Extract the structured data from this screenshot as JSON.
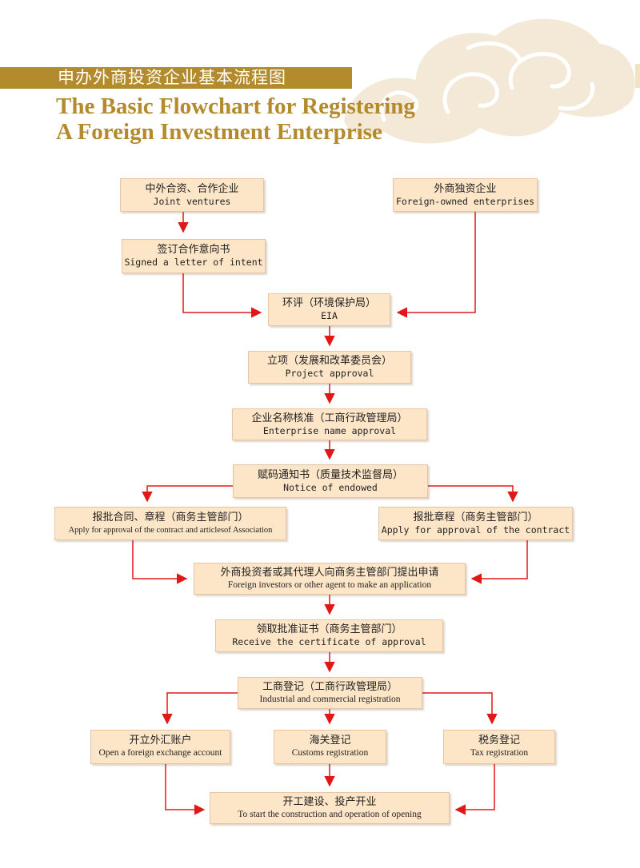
{
  "header": {
    "title_cn": "申办外商投资企业基本流程图",
    "title_en_line1": "The Basic Flowchart for Registering",
    "title_en_line2": "A Foreign Investment Enterprise"
  },
  "colors": {
    "accent_gold": "#b38a2c",
    "box_fill": "#fde5c8",
    "arrow_red": "#e01818"
  },
  "nodes": {
    "joint": {
      "cn": "中外合资、合作企业",
      "en": "Joint ventures"
    },
    "foreign_owned": {
      "cn": "外商独资企业",
      "en": "Foreign-owned enterprises"
    },
    "letter": {
      "cn": "签订合作意向书",
      "en": "Signed a letter of intent"
    },
    "eia": {
      "cn": "环评（环境保护局）",
      "en": "EIA"
    },
    "project": {
      "cn": "立项（发展和改革委员会）",
      "en": "Project approval"
    },
    "name_approval": {
      "cn": "企业名称核准（工商行政管理局）",
      "en": "Enterprise name approval"
    },
    "notice": {
      "cn": "赋码通知书（质量技术监督局）",
      "en": "Notice of endowed"
    },
    "approve_contract_articles": {
      "cn": "报批合同、章程（商务主管部门）",
      "en": "Apply for approval of the contract and articlesof Association"
    },
    "approve_articles": {
      "cn": "报批章程（商务主管部门）",
      "en": "Apply for approval of the contract"
    },
    "application": {
      "cn": "外商投资者或其代理人向商务主管部门提出申请",
      "en": "Foreign investors or other agent to make an application"
    },
    "certificate": {
      "cn": "领取批准证书（商务主管部门）",
      "en": "Receive the certificate of approval"
    },
    "registration": {
      "cn": "工商登记（工商行政管理局）",
      "en": "Industrial and commercial registration"
    },
    "forex": {
      "cn": "开立外汇账户",
      "en": "Open a foreign exchange account"
    },
    "customs": {
      "cn": "海关登记",
      "en": "Customs registration"
    },
    "tax": {
      "cn": "税务登记",
      "en": "Tax registration"
    },
    "start": {
      "cn": "开工建设、投产开业",
      "en": "To start the construction and operation of opening"
    }
  }
}
